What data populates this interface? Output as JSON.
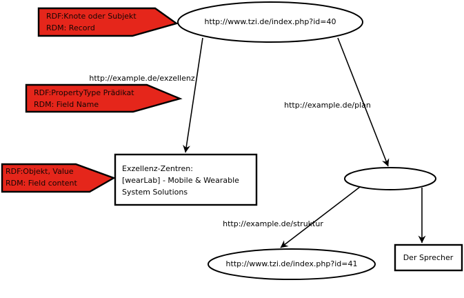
{
  "diagram": {
    "nodes": {
      "resource_40": {
        "label": "http://www.tzi.de/index.php?id=40"
      },
      "literal_exzellenz": {
        "lines": [
          "Exzellenz-Zentren:",
          "[wearLab] - Mobile & Wearable",
          "System Solutions"
        ]
      },
      "resource_41": {
        "label": "http://www.tzi.de/index.php?id=41"
      },
      "literal_sprecher": {
        "label": "Der Sprecher"
      }
    },
    "edges": {
      "exzellenz": {
        "label": "http://example.de/exzellenz"
      },
      "plan": {
        "label": "http://example.de/plan"
      },
      "struktur": {
        "label": "http://example.de/struktur"
      }
    },
    "callouts": {
      "subject": {
        "line1": "RDF:Knote oder Subjekt",
        "line2": "RDM: Record"
      },
      "predicate": {
        "line1": "RDF:PropertyType Prädikat",
        "line2": "RDM: Field Name"
      },
      "object": {
        "line1": "RDF:Objekt, Value",
        "line2": "RDM: Field content"
      }
    },
    "colors": {
      "callout_fill": "#e5261b",
      "stroke": "#000000",
      "node_fill": "#ffffff",
      "background": "#ffffff",
      "text": "#000000"
    }
  }
}
